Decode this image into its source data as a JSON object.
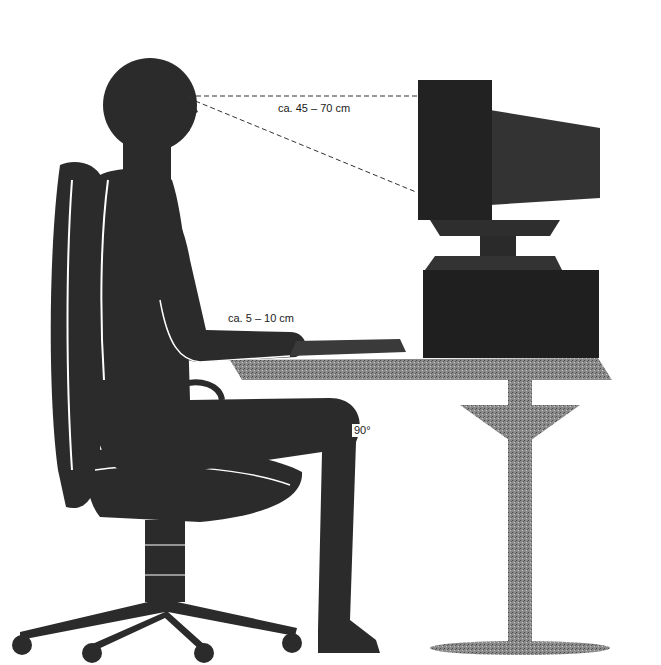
{
  "diagram": {
    "labels": [
      "ca. 45 – 70 cm",
      "ca. 5 – 10 cm",
      "90°"
    ]
  }
}
